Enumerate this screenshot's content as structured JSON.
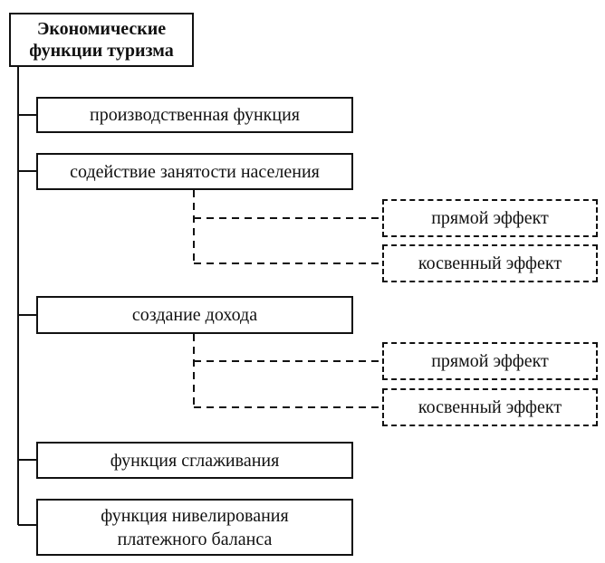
{
  "root": {
    "line1": "Экономические",
    "line2": "функции туризма"
  },
  "functions": [
    {
      "line1": "производственная функция"
    },
    {
      "line1": "содействие занятости населения"
    },
    {
      "line1": "создание дохода"
    },
    {
      "line1": "функция сглаживания"
    },
    {
      "line1": "функция нивелирования",
      "line2": "платежного баланса"
    }
  ],
  "effects_employment": {
    "direct": "прямой эффект",
    "indirect": "косвенный эффект"
  },
  "effects_income": {
    "direct": "прямой эффект",
    "indirect": "косвенный эффект"
  },
  "colors": {
    "stroke": "#111111",
    "background": "#ffffff"
  }
}
